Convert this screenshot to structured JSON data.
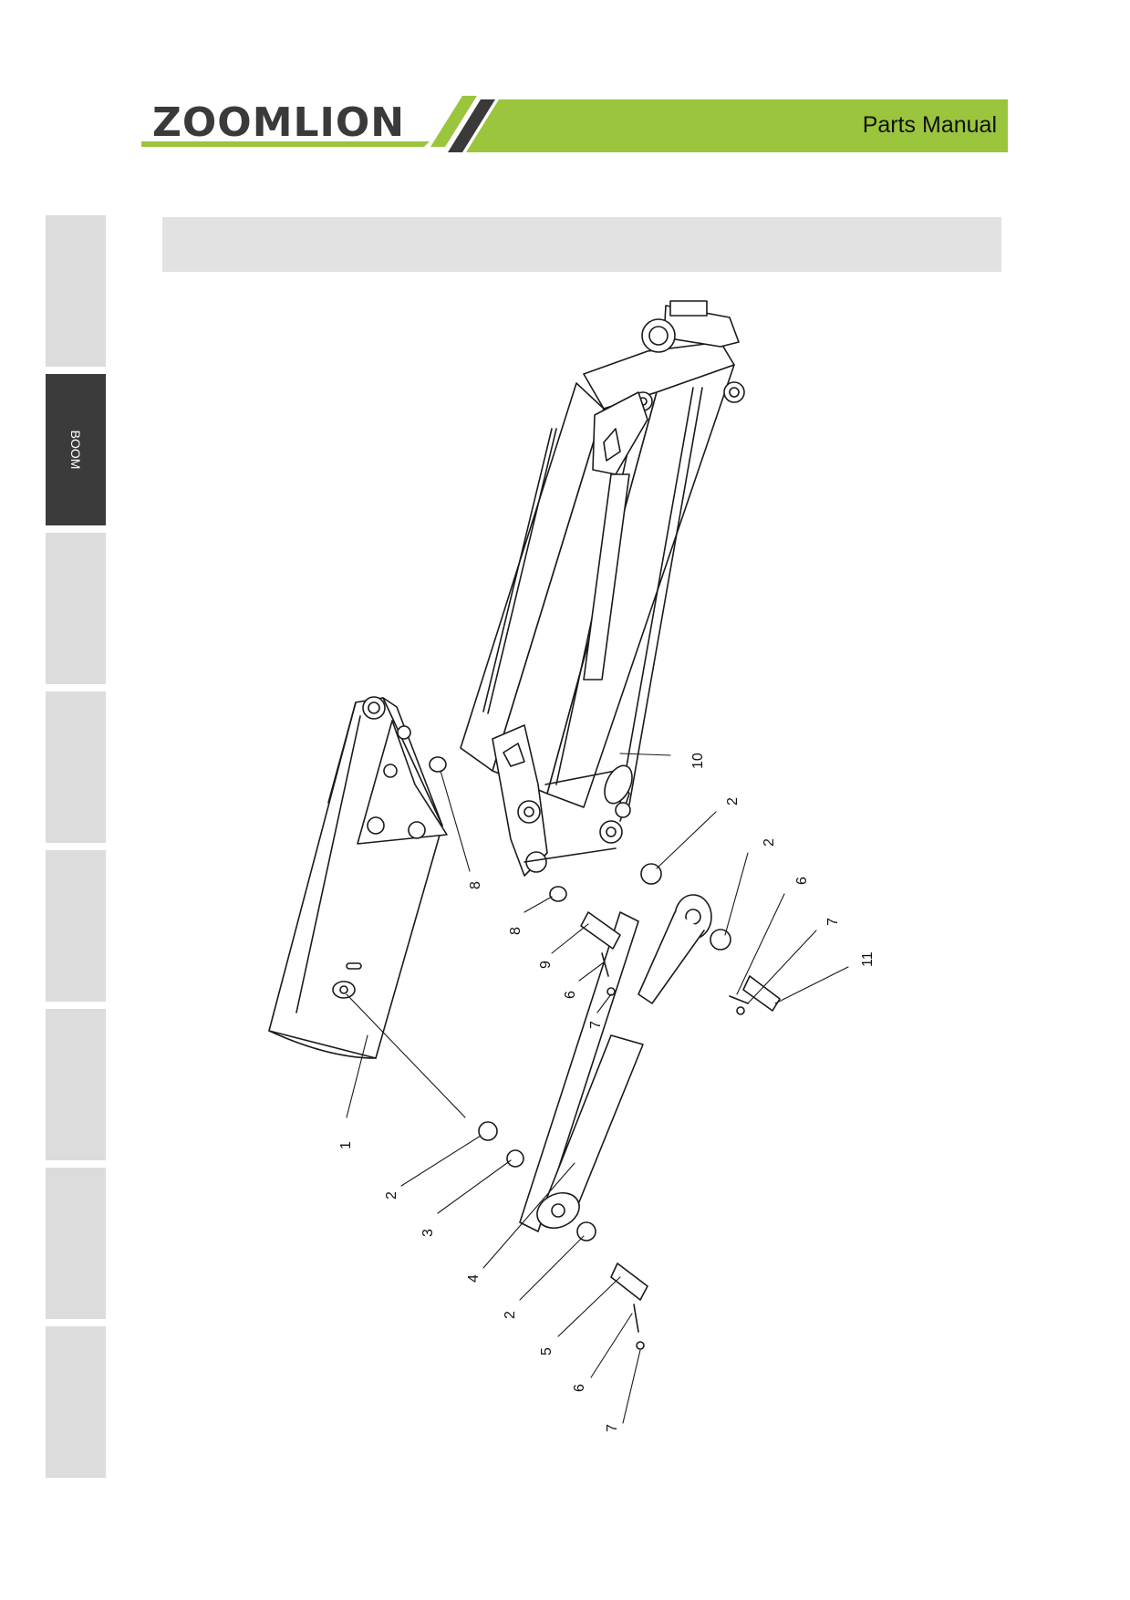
{
  "header": {
    "brand": "ZOOMLION",
    "title": "Parts Manual",
    "accent_color": "#9bc53d",
    "stripe_color": "#3a3a3a"
  },
  "sidebar": {
    "tabs": [
      {
        "label": "",
        "active": false
      },
      {
        "label": "BOOM",
        "active": true
      },
      {
        "label": "",
        "active": false
      },
      {
        "label": "",
        "active": false
      },
      {
        "label": "",
        "active": false
      },
      {
        "label": "",
        "active": false
      },
      {
        "label": "",
        "active": false
      },
      {
        "label": "",
        "active": false
      }
    ]
  },
  "section_title": "",
  "diagram": {
    "callouts": [
      "1",
      "2",
      "3",
      "4",
      "2",
      "5",
      "6",
      "7",
      "8",
      "9",
      "6",
      "7",
      "8",
      "10",
      "2",
      "2",
      "6",
      "7",
      "11"
    ]
  }
}
